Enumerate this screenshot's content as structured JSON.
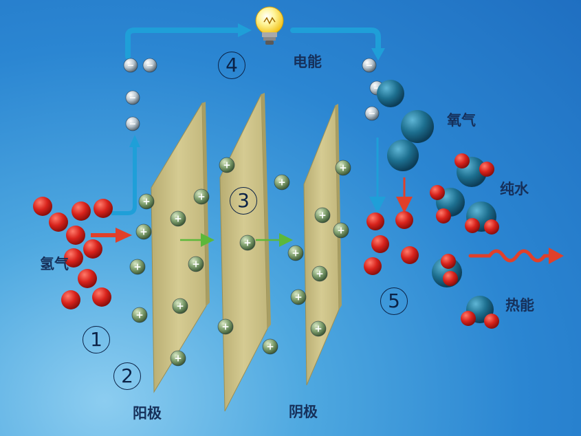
{
  "labels": {
    "electric_energy": "电能",
    "hydrogen": "氢气",
    "oxygen": "氧气",
    "pure_water": "纯水",
    "heat": "热能",
    "anode": "阳极",
    "cathode": "阴极"
  },
  "steps": [
    "1",
    "2",
    "3",
    "4",
    "5"
  ],
  "symbols": {
    "electron": "−",
    "proton": "+"
  },
  "colors": {
    "hydrogen_atom": "#d8231c",
    "oxygen_atom": "#1d6f8f",
    "membrane": "#c9be85",
    "flow_arrow": "#1f9fd8",
    "input_arrow": "#e0402a",
    "proton_arrow": "#5cb83a",
    "label_text": "#16305a"
  },
  "icons": [
    "light-bulb-icon",
    "heat-wave-icon"
  ]
}
